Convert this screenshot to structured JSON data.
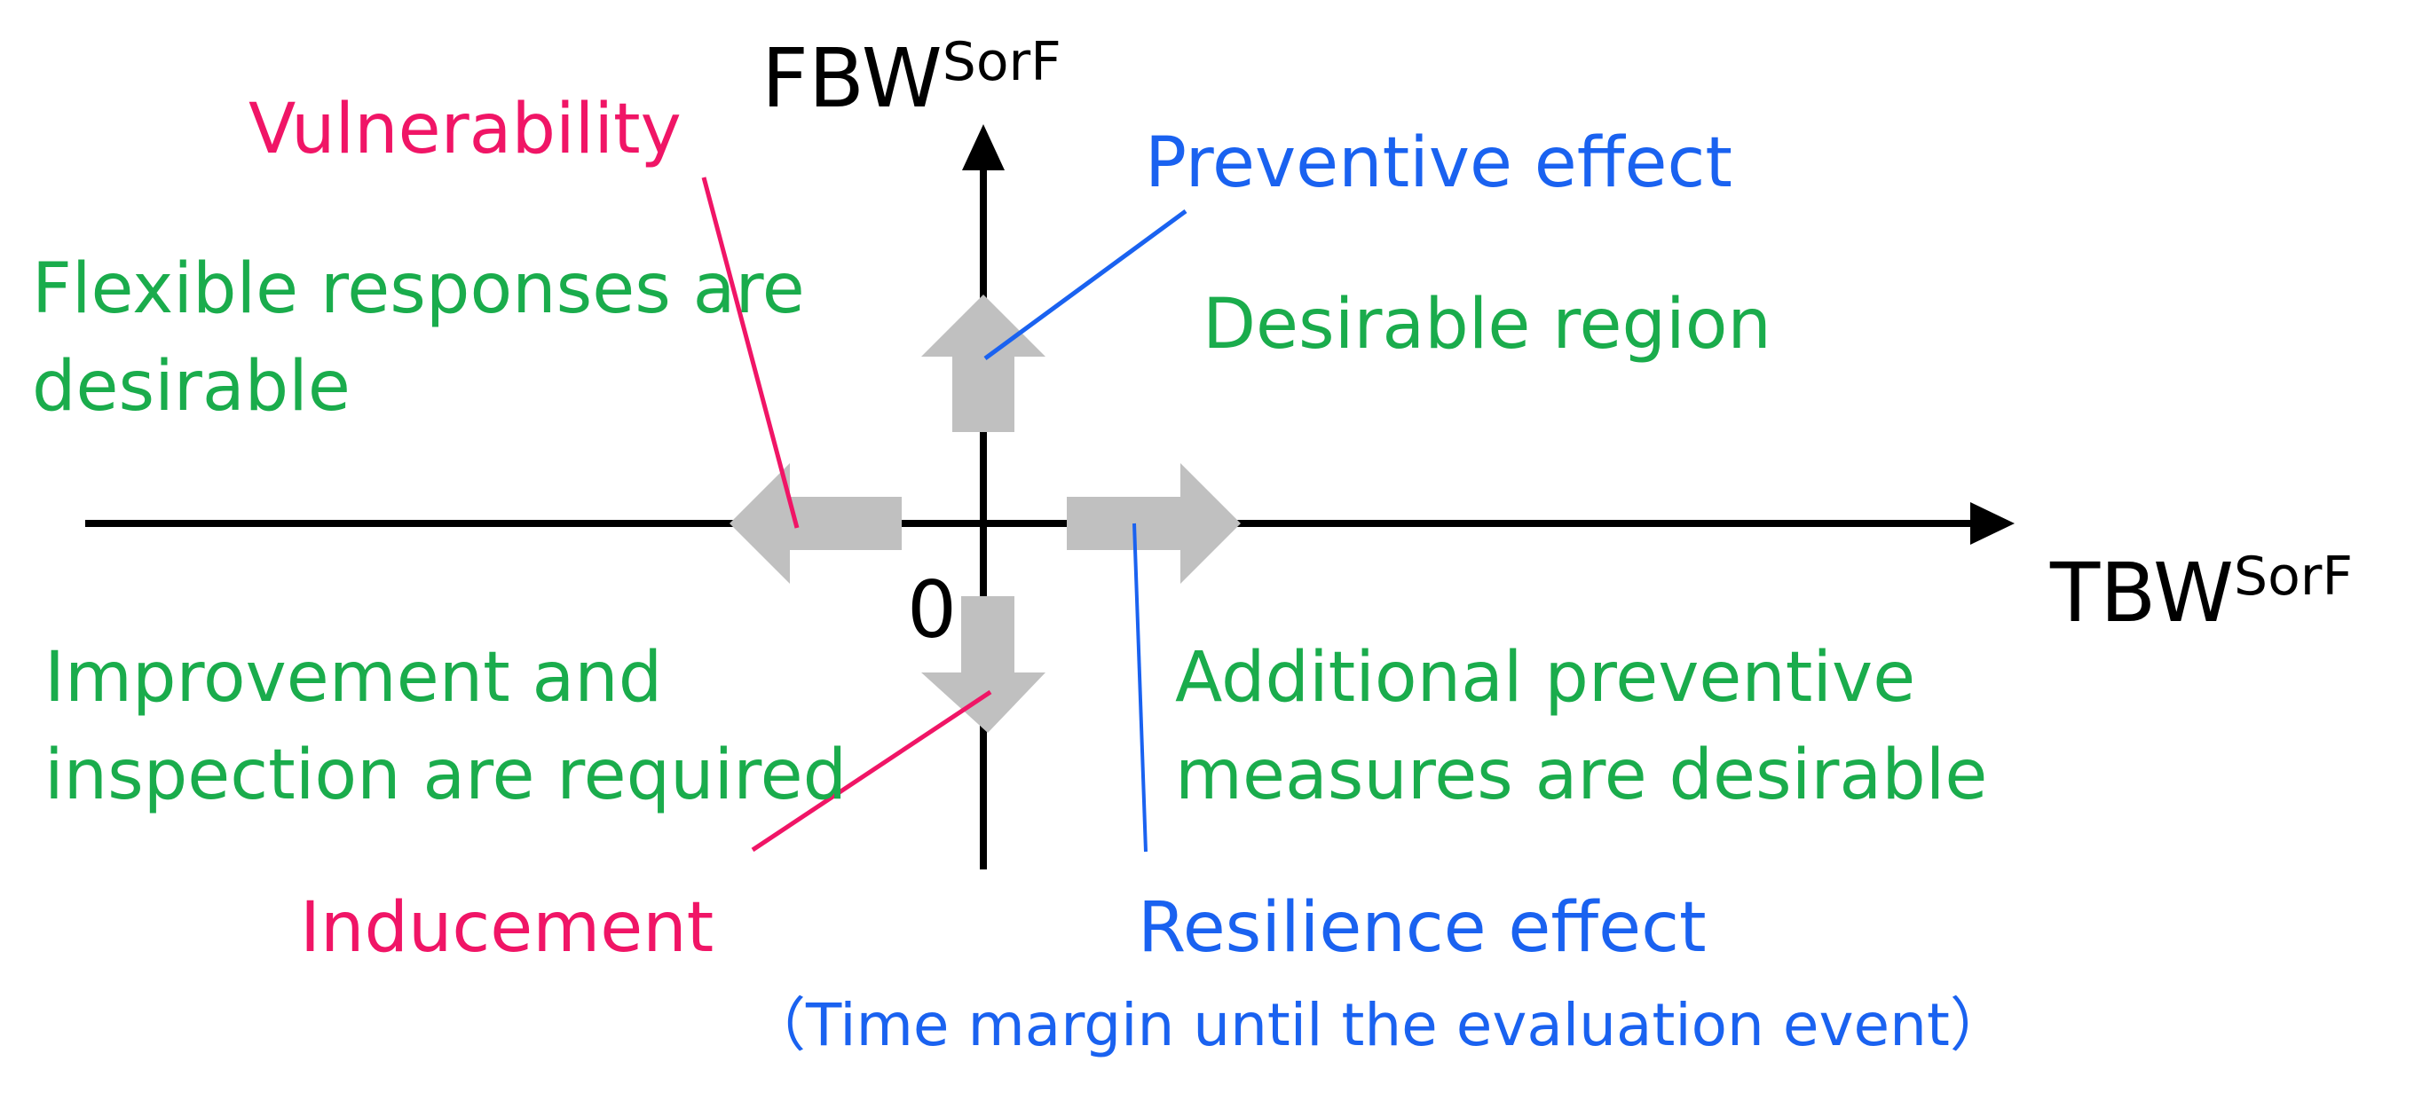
{
  "axes": {
    "x_label": "TBW",
    "x_label_sup": "SorF",
    "y_label": "FBW",
    "y_label_sup": "SorF",
    "origin_label": "0"
  },
  "annotations": {
    "vulnerability": "Vulnerability",
    "preventive_effect": "Preventive effect",
    "inducement": "Inducement",
    "resilience_effect": "Resilience effect",
    "resilience_note": "（Time margin until the evaluation event）"
  },
  "regions": {
    "top_left_line1": "Flexible responses are",
    "top_left_line2": "desirable",
    "top_right": "Desirable region",
    "bottom_left_line1": "Improvement and",
    "bottom_left_line2": "inspection are required",
    "bottom_right_line1": "Additional preventive",
    "bottom_right_line2": "measures are desirable"
  },
  "colors": {
    "axis": "#000000",
    "region_text": "#1aac4c",
    "pink": "#f01566",
    "blue": "#1a62f0",
    "arrow_fill": "#c0c0c0"
  }
}
